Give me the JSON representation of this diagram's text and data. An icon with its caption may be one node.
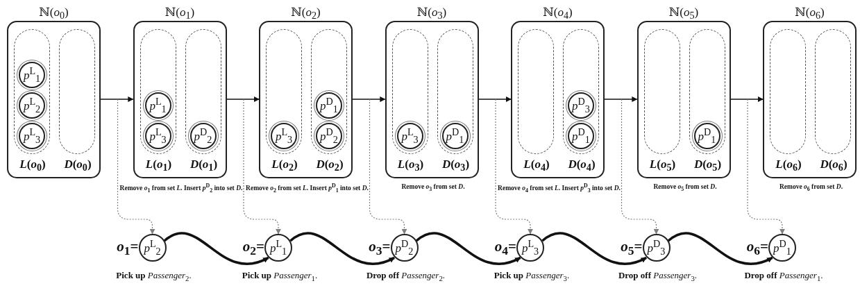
{
  "diagram": {
    "nodes": [
      {
        "text": [
          "ℕ(*o*$_{0}$)"
        ]
      },
      {
        "text": [
          "*L*(*o*$_{0}$)"
        ],
        "in": 0
      },
      {
        "text": [
          "*p*$^{L}$$_{1}$"
        ],
        "in": 1
      },
      {
        "text": [
          "*p*$^{L}$$_{2}$"
        ],
        "in": 1
      },
      {
        "text": [
          "*p*$^{L}$$_{3}$"
        ],
        "in": 1
      },
      {
        "text": [
          "*D*(*o*$_{0}$)"
        ],
        "in": 0
      },
      {
        "text": [
          "ℕ(*o*$_{1}$)"
        ],
        "beside": [
          "Remove *o*$_{1}$ from set *L*. Insert *p*$^{D}$$_{2}$ into set *D*."
        ]
      },
      {
        "text": [
          "*L*(*o*$_{1}$)"
        ],
        "in": 6
      },
      {
        "text": [
          "*p*$^{L}$$_{1}$"
        ],
        "in": 7
      },
      {
        "text": [
          "*p*$^{L}$$_{3}$"
        ],
        "in": 7
      },
      {
        "text": [
          "*D*(*o*$_{1}$)"
        ],
        "in": 6
      },
      {
        "text": [
          "*p*$^{D}$$_{2}$"
        ],
        "in": 10
      },
      {
        "text": [
          "ℕ(*o*$_{2}$)"
        ],
        "beside": [
          "Remove *o*$_{2}$ from set *L*. Insert *p*$^{D}$$_{1}$ into set *D*."
        ]
      },
      {
        "text": [
          "*L*(*o*$_{2}$)"
        ],
        "in": 12
      },
      {
        "text": [
          "*p*$^{L}$$_{3}$"
        ],
        "in": 13
      },
      {
        "text": [
          "*D*(*o*$_{2}$)"
        ],
        "in": 12
      },
      {
        "text": [
          "*p*$^{D}$$_{1}$"
        ],
        "in": 15
      },
      {
        "text": [
          "*p*$^{D}$$_{2}$"
        ],
        "in": 15
      },
      {
        "text": [
          "ℕ(*o*$_{3}$)"
        ],
        "beside": [
          "Remove *o*$_{3}$ from set *D*."
        ]
      },
      {
        "text": [
          "*L*(*o*$_{3}$)"
        ],
        "in": 18
      },
      {
        "text": [
          "*p*$^{L}$$_{3}$"
        ],
        "in": 19
      },
      {
        "text": [
          "*D*(*o*$_{3}$)"
        ],
        "in": 18
      },
      {
        "text": [
          "*p*$^{D}$$_{1}$"
        ],
        "in": 21
      },
      {
        "text": [
          "ℕ(*o*$_{4}$)"
        ],
        "beside": [
          "Remove *o*$_{4}$ from set *L*. Insert *p*$^{D}$$_{3}$ into set *D*."
        ]
      },
      {
        "text": [
          "*L*(*o*$_{4}$)"
        ],
        "in": 23
      },
      {
        "text": [
          "*D*(*o*$_{4}$)"
        ],
        "in": 23
      },
      {
        "text": [
          "*p*$^{D}$$_{3}$"
        ],
        "in": 25
      },
      {
        "text": [
          "*p*$^{D}$$_{1}$"
        ],
        "in": 25
      },
      {
        "text": [
          "ℕ(*o*$_{5}$)"
        ],
        "beside": [
          "Remove *o*$_{5}$ from set *D*."
        ]
      },
      {
        "text": [
          "*L*(*o*$_{5}$)"
        ],
        "in": 28
      },
      {
        "text": [
          "*D*(*o*$_{5}$)"
        ],
        "in": 28
      },
      {
        "text": [
          "*p*$^{D}$$_{1}$"
        ],
        "in": 30
      },
      {
        "text": [
          "ℕ(*o*$_{6}$)"
        ],
        "beside": [
          "Remove *o*$_{6}$ from set *D*."
        ]
      },
      {
        "text": [
          "*L*(*o*$_{6}$)"
        ],
        "in": 32
      },
      {
        "text": [
          "*D*(*o*$_{6}$)"
        ],
        "in": 32
      },
      {
        "text": [
          "*p*$^{L}$$_{2}$"
        ],
        "beside": [
          "*o*$_{1}$=",
          "**Pick up** *Passenger*$_{2}$."
        ]
      },
      {
        "text": [
          "*p*$^{L}$$_{1}$"
        ],
        "beside": [
          "*o*$_{2}$=",
          "**Pick up** *Passenger*$_{1}$."
        ]
      },
      {
        "text": [
          "*p*$^{D}$$_{2}$"
        ],
        "beside": [
          "*o*$_{3}$=",
          "**Drop off** *Passenger*$_{2}$."
        ]
      },
      {
        "text": [
          "*p*$^{L}$$_{3}$"
        ],
        "beside": [
          "*o*$_{4}$=",
          "**Pick up** *Passenger*$_{3}$."
        ]
      },
      {
        "text": [
          "*p*$^{D}$$_{3}$"
        ],
        "beside": [
          "*o*$_{5}$=",
          "**Drop off** *Passenger*$_{3}$."
        ]
      },
      {
        "text": [
          "*p*$^{D}$$_{1}$"
        ],
        "beside": [
          "*o*$_{6}$=",
          "**Drop off** *Passenger*$_{1}$."
        ]
      }
    ],
    "edges": [
      {
        "from": 0,
        "to": 6,
        "arrow": "to"
      },
      {
        "from": 6,
        "to": 12,
        "arrow": "to"
      },
      {
        "from": 12,
        "to": 18,
        "arrow": "to"
      },
      {
        "from": 18,
        "to": 23,
        "arrow": "to"
      },
      {
        "from": 23,
        "to": 28,
        "arrow": "to"
      },
      {
        "from": 28,
        "to": 32,
        "arrow": "to"
      },
      {
        "from": null,
        "to": 35,
        "arrow": "to",
        "style": "dashed",
        "color": "#808080"
      },
      {
        "from": null,
        "to": 36,
        "arrow": "to",
        "style": "dashed",
        "color": "#808080"
      },
      {
        "from": null,
        "to": 37,
        "arrow": "to",
        "style": "dashed",
        "color": "#808080"
      },
      {
        "from": null,
        "to": 38,
        "arrow": "to",
        "style": "dashed",
        "color": "#808080"
      },
      {
        "from": null,
        "to": 39,
        "arrow": "to",
        "style": "dashed",
        "color": "#808080"
      },
      {
        "from": null,
        "to": 40,
        "arrow": "to",
        "style": "dashed",
        "color": "#808080"
      },
      {
        "from": 35,
        "to": 36,
        "arrow": "to",
        "style": "thick"
      },
      {
        "from": 36,
        "to": 37,
        "arrow": "to",
        "style": "thick"
      },
      {
        "from": 37,
        "to": 38,
        "arrow": "to",
        "style": "thick"
      },
      {
        "from": 38,
        "to": 39,
        "arrow": "to",
        "style": "thick"
      },
      {
        "from": 39,
        "to": 40,
        "arrow": "to",
        "style": "thick"
      }
    ]
  }
}
